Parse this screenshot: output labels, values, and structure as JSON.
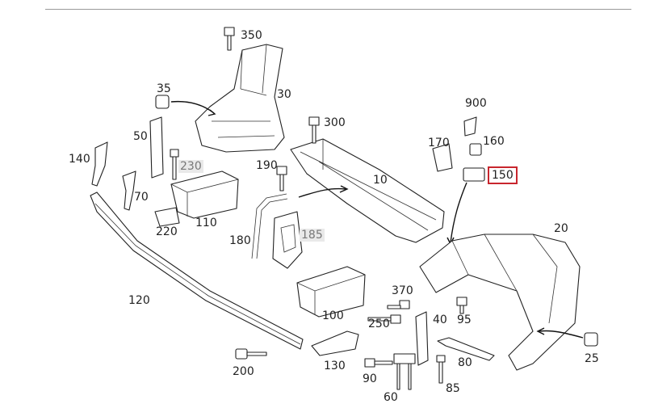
{
  "callouts": {
    "c350": "350",
    "c30": "30",
    "c35": "35",
    "c300": "300",
    "c900": "900",
    "c50": "50",
    "c170": "170",
    "c160": "160",
    "c140": "140",
    "c230": "230",
    "c190": "190",
    "c10": "10",
    "c150": "150",
    "c70": "70",
    "c20": "20",
    "c220": "220",
    "c110": "110",
    "c185": "185",
    "c180": "180",
    "c120": "120",
    "c370": "370",
    "c100": "100",
    "c40": "40",
    "c95": "95",
    "c250": "250",
    "c80": "80",
    "c25": "25",
    "c200": "200",
    "c130": "130",
    "c90": "90",
    "c85": "85",
    "c60": "60"
  },
  "highlighted_callout": "150",
  "colors": {
    "highlight_border": "#c8262e",
    "grayed_label_bg": "#e9e9e9",
    "line": "#222222"
  }
}
